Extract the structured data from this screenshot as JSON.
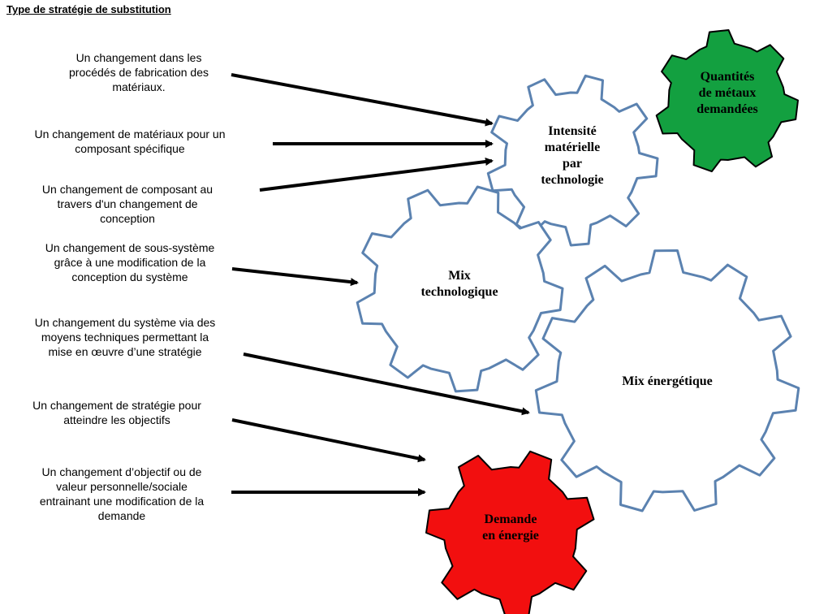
{
  "diagram": {
    "heading": "Type de stratégie de substitution",
    "strategies": [
      {
        "id": "s1",
        "lines": [
          "Un changement dans les",
          "procédés de fabrication des",
          "matériaux."
        ]
      },
      {
        "id": "s2",
        "lines": [
          "Un changement de matériaux pour un",
          "composant spécifique"
        ]
      },
      {
        "id": "s3",
        "lines": [
          "Un changement de composant au",
          "travers d'un changement de",
          "conception"
        ]
      },
      {
        "id": "s4",
        "lines": [
          "Un changement de sous-système",
          "grâce à une modification de la",
          "conception du système"
        ]
      },
      {
        "id": "s5",
        "lines": [
          "Un changement du système via des",
          "moyens techniques permettant la",
          "mise en œuvre d’une stratégie"
        ]
      },
      {
        "id": "s6",
        "lines": [
          "Un changement de stratégie pour",
          "atteindre les objectifs"
        ]
      },
      {
        "id": "s7",
        "lines": [
          "Un changement d’objectif ou de",
          "valeur personnelle/sociale",
          "entrainant une modification de la",
          "demande"
        ]
      }
    ],
    "gears": [
      {
        "id": "quantites",
        "lines": [
          "Quantités",
          "de métaux",
          "demandées"
        ],
        "fill": "#13a040",
        "stroke": "#000000"
      },
      {
        "id": "intensite",
        "lines": [
          "Intensité",
          "matérielle",
          "par",
          "technologie"
        ],
        "fill": "#ffffff",
        "stroke": "#5b82b0"
      },
      {
        "id": "mix-techno",
        "lines": [
          "Mix",
          "technologique"
        ],
        "fill": "#ffffff",
        "stroke": "#5b82b0"
      },
      {
        "id": "mix-energie",
        "lines": [
          "Mix énergétique"
        ],
        "fill": "#ffffff",
        "stroke": "#5b82b0"
      },
      {
        "id": "demande",
        "lines": [
          "Demande",
          "en énergie"
        ],
        "fill": "#f20f0f",
        "stroke": "#000000"
      }
    ],
    "arrow_color": "#000000"
  }
}
